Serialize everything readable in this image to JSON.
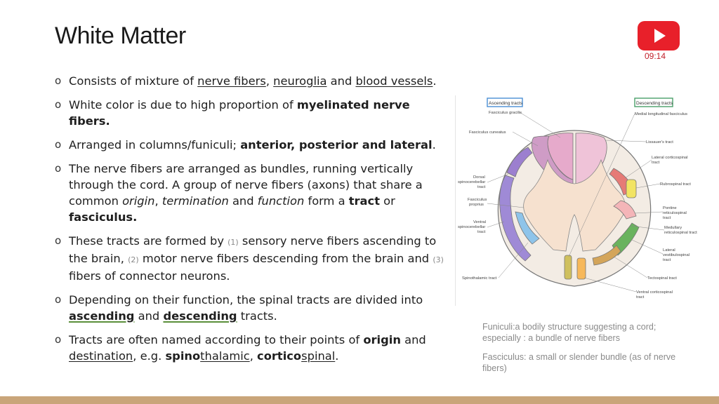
{
  "slide": {
    "title": "White Matter",
    "timer": "09:14"
  },
  "bullets": {
    "b1": {
      "t1": "Consists of mixture of ",
      "nerve_fibers": "nerve fibers",
      "sep": ", ",
      "neuroglia": "neuroglia",
      "and": " and ",
      "blood_vessels": "blood vessels",
      "end": "."
    },
    "b2": {
      "t1": "White color is due to high proportion of ",
      "bold": "myelinated nerve fibers."
    },
    "b3": {
      "t1": "Arranged in columns/funiculi; ",
      "bold": "anterior, posterior and lateral",
      "end": "."
    },
    "b4": {
      "t1": "The nerve fibers are arranged as bundles, running vertically through the cord. A group of nerve fibers (axons) that share a common ",
      "origin": "origin",
      "c1": ", ",
      "termination": "termination",
      "c2": " and ",
      "function": "function",
      "c3": " form a ",
      "tract": "tract",
      "c4": " or ",
      "fasciculus": "fasciculus."
    },
    "b5": {
      "t1": "These tracts are formed by ",
      "n1": "(1)",
      "t2": " sensory nerve fibers ascending to the brain, ",
      "n2": "(2)",
      "t3": " motor nerve fibers descending from the brain and ",
      "n3": "(3)",
      "t4": " fibers of connector neurons."
    },
    "b6": {
      "t1": "Depending on their function, the spinal tracts are divided into ",
      "ascending": "ascending",
      "and": " and ",
      "descending": "descending",
      "end": " tracts."
    },
    "b7": {
      "t1": "Tracts are often named according to their points of ",
      "origin": "origin",
      "and": " and ",
      "destination": "destination",
      "eg": ", e.g. ",
      "spino": "spino",
      "thalamic": "thalamic",
      "comma": ", ",
      "cortico": "cortico",
      "spinal": "spinal",
      "end": "."
    }
  },
  "figure": {
    "ascending_header": "Ascending tracts",
    "descending_header": "Descending tracts",
    "left_labels": {
      "fasciculus_gracilis": "Fasciculus gracilis",
      "fasciculus_cuneatus": "Fasciculus cuneatus",
      "dorsal_spinocerebellar_1": "Dorsal",
      "dorsal_spinocerebellar_2": "spinocerebellar",
      "dorsal_spinocerebellar_3": "tract",
      "fasciculus_proprius_1": "Fasciculus",
      "fasciculus_proprius_2": "proprius",
      "ventral_spinocerebellar_1": "Ventral",
      "ventral_spinocerebellar_2": "spinocerebellar",
      "ventral_spinocerebellar_3": "tract",
      "spinothalamic": "Spinothalamic tract"
    },
    "right_labels": {
      "medial_longitudinal": "Medial longitudinal fasciculus",
      "lissauer": "Lissauer's tract",
      "lateral_corticospinal_1": "Lateral corticospinal",
      "lateral_corticospinal_2": "tract",
      "rubrospinal": "Rubrospinal tract",
      "pontine_1": "Pontine",
      "pontine_2": "reticulospinal",
      "pontine_3": "tract",
      "medullary_1": "Medullary",
      "medullary_2": "reticulospinal tract",
      "lateral_vestibulospinal_1": "Lateral",
      "lateral_vestibulospinal_2": "vestibulospinal",
      "lateral_vestibulospinal_3": "tract",
      "tectospinal": "Tectospinal tract",
      "ventral_corticospinal_1": "Ventral corticospinal",
      "ventral_corticospinal_2": "tract"
    }
  },
  "notes": {
    "funiculi": "Funiculi:a bodily structure suggesting a cord; especially : a bundle of nerve fibers",
    "fasciculus": "Fasciculus: a small or slender bundle (as of nerve fibers)"
  },
  "colors": {
    "youtube_red": "#e8202a",
    "footer_bar": "#c9a57a",
    "ascending_box": "#4a8fd4",
    "descending_box": "#4aa06a"
  }
}
